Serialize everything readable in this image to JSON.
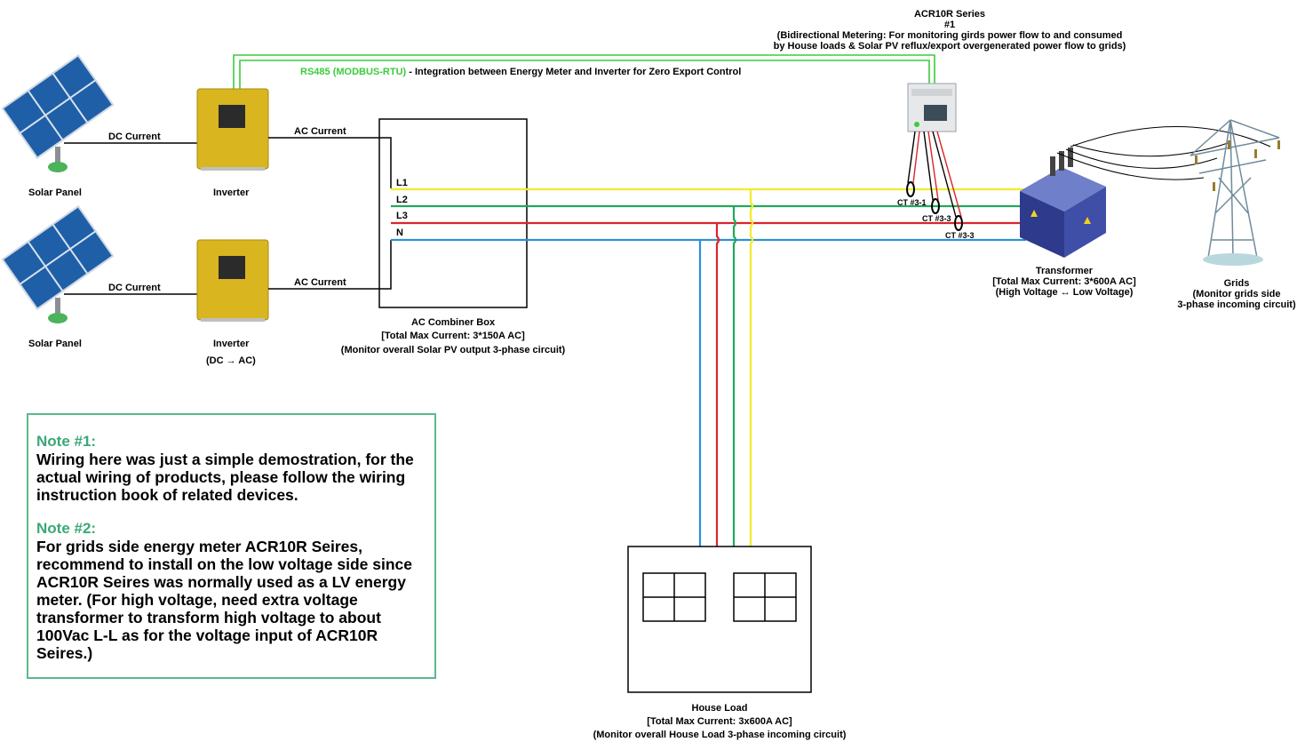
{
  "colors": {
    "L1": "#f2ec2a",
    "L2": "#22a85a",
    "L3": "#d9262c",
    "N": "#2f8fd6",
    "rs485": "#3ccb3c",
    "note_accent": "#3aa877"
  },
  "rs485": {
    "highlight": "RS485 (MODBUS-RTU)",
    "rest": " - Integration between Energy Meter and Inverter for Zero Export Control"
  },
  "solar": {
    "panel1_label": "Solar Panel",
    "panel2_label": "Solar Panel"
  },
  "inverter": {
    "label1": "Inverter",
    "label2": "Inverter",
    "sub2": "(DC → AC)"
  },
  "wires": {
    "dc1": "DC Current",
    "dc2": "DC Current",
    "ac1": "AC Current",
    "ac2": "AC Current"
  },
  "phases": {
    "L1": "L1",
    "L2": "L2",
    "L3": "L3",
    "N": "N"
  },
  "combiner": {
    "title": "AC Combiner Box",
    "line2": "[Total Max Current: 3*150A AC]",
    "line3": "(Monitor overall Solar PV output 3-phase circuit)"
  },
  "meter": {
    "title": "ACR10R Series",
    "line2": "#1",
    "line3": "(Bidirectional Metering: For monitoring girds power flow to and consumed",
    "line4": "by House loads & Solar PV reflux/export overgenerated power flow to grids)"
  },
  "ct": {
    "ct1": "CT #3-1",
    "ct2": "CT #3-3",
    "ct3": "CT #3-3"
  },
  "transformer": {
    "title": "Transformer",
    "line2": "[Total Max Current: 3*600A AC]",
    "line3": "(High Voltage ↔ Low Voltage)"
  },
  "grids": {
    "title": "Grids",
    "line2": "(Monitor grids side",
    "line3": "3-phase incoming circuit)"
  },
  "house": {
    "title": "House Load",
    "line2": "[Total Max Current: 3x600A AC]",
    "line3": "(Monitor overall House Load 3-phase incoming circuit)"
  },
  "notes": {
    "note1_title": "Note #1:",
    "note1_body": "Wiring here was just a simple demostration, for the actual wiring of products, please follow the wiring instruction book of related devices.",
    "note2_title": "Note #2:",
    "note2_body": "For grids side energy meter ACR10R Seires, recommend to install on the low voltage side since ACR10R Seires was normally used as a LV energy meter. (For high voltage, need extra voltage transformer to transform high voltage to about 100Vac L-L as for the voltage input of ACR10R Seires.)"
  }
}
